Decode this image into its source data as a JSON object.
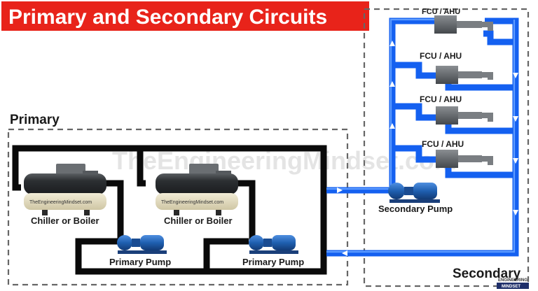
{
  "title": "Primary and Secondary Circuits",
  "watermark": "TheEngineeringMindset.com",
  "zones": {
    "primary": "Primary",
    "secondary": "Secondary"
  },
  "chillers": [
    {
      "label": "Chiller or Boiler",
      "plate": "TheEngineeringMindset.com"
    },
    {
      "label": "Chiller or Boiler",
      "plate": "TheEngineeringMindset.com"
    }
  ],
  "primary_pumps": [
    {
      "label": "Primary Pump"
    },
    {
      "label": "Primary Pump"
    }
  ],
  "secondary_pump": {
    "label": "Secondary Pump"
  },
  "terminal_units": [
    {
      "label": "FCU / AHU"
    },
    {
      "label": "FCU / AHU"
    },
    {
      "label": "FCU / AHU"
    },
    {
      "label": "FCU / AHU"
    }
  ],
  "logo": {
    "line1": "ENGINEERING",
    "line2": "MINDSET"
  },
  "colors": {
    "title_banner": "#e8231a",
    "primary_pipe": "#0a0a0a",
    "secondary_pipe": "#1460f0",
    "pump": "#1f5fb0",
    "chiller_body": "#3a3d40",
    "dashed_border": "#666666"
  }
}
